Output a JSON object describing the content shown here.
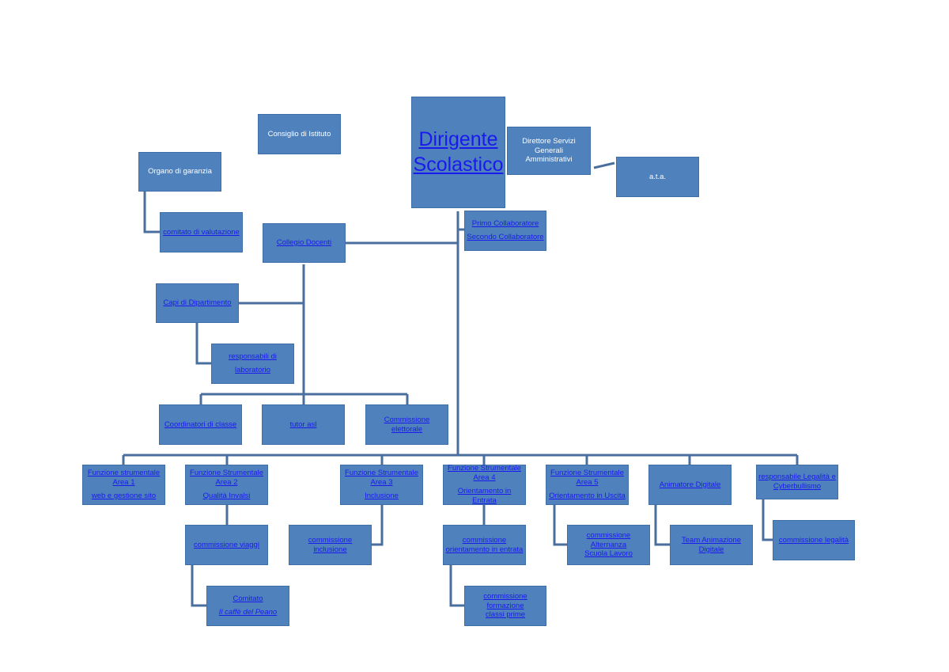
{
  "colors": {
    "box": "#4f81bd",
    "line": "#4a6f9e",
    "link": "#1a1aee"
  },
  "nodes": {
    "consiglio": "Consiglio di Istituto",
    "organo": "Organo di garanzia",
    "dirigente": [
      "Dirigente",
      "Scolastico"
    ],
    "direttore": [
      "Direttore Servizi Generali",
      "Amministrativi"
    ],
    "ata": "a.t.a.",
    "comitato_valutazione": "comitato di valutazione",
    "collegio": "Collegio Docenti",
    "collaboratori": [
      "Primo Collaboratore",
      "Secondo Collaboratore"
    ],
    "capi": "Capi di Dipartimento",
    "responsabili_lab": [
      "responsabili di",
      "laboratorio"
    ],
    "coordinatori": "Coordinatori di classe",
    "tutor": "tutor asl",
    "commissione_elettorale": "Commissione elettorale",
    "fs1": [
      "Funzione strumentale",
      "Area 1",
      "web e gestione sito"
    ],
    "fs2": [
      "Funzione Strumentale",
      "Area 2",
      "Qualità Invalsi"
    ],
    "fs3": [
      "Funzione Strumentale",
      "Area 3",
      "Inclusione"
    ],
    "fs4": [
      "Funzione Strumentale",
      "Area 4",
      "Orientamento in Entrata"
    ],
    "fs5": [
      "Funzione Strumentale",
      "Area 5",
      "Orientamento in Uscita"
    ],
    "animatore": "Animatore Digitale",
    "legalita": [
      "responsabile Legalità e",
      "Cyberbullismo"
    ],
    "comm_viaggi": "commissione viaggi",
    "comm_inclusione": "commissione inclusione",
    "comm_orientamento": [
      "commissione",
      "orientamento in entrata"
    ],
    "comm_alternanza": [
      "commissione Alternanza",
      "Scuola Lavoro"
    ],
    "team_digitale": "Team Animazione Digitale",
    "comm_legalita": "commissione legalità",
    "comitato_peano": [
      "Comitato",
      "Il caffè del Peano"
    ],
    "comm_formazione": [
      "commissione formazione",
      "classi prime"
    ]
  }
}
